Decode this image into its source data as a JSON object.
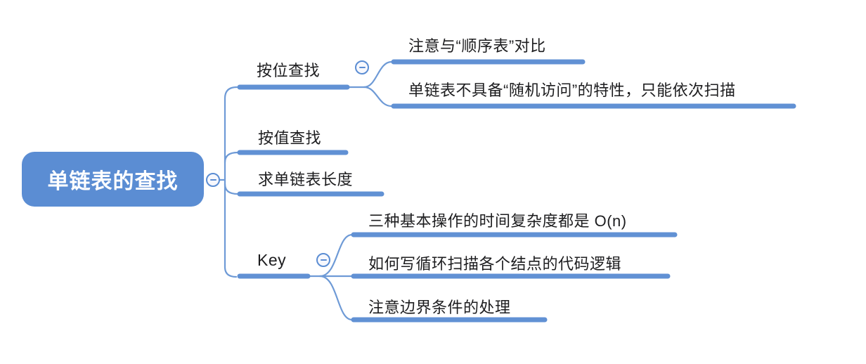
{
  "app": {
    "type": "mindmap-canvas",
    "background": "#ffffff"
  },
  "colors": {
    "accent": "#5b8dd3",
    "branch_line": "#6191d4",
    "thin_line": "#6e9ad6",
    "topic_text": "#1d1d1f",
    "root_text": "#ffffff",
    "collapse_icon_fill": "#f7f8fd"
  },
  "root": {
    "label": "单链表的查找",
    "collapsed": false
  },
  "branches": [
    {
      "label": "按位查找",
      "has_collapse_icon": true,
      "children": [
        {
          "label": "注意与“顺序表”对比"
        },
        {
          "label": "单链表不具备“随机访问”的特性，只能依次扫描"
        }
      ]
    },
    {
      "label": "按值查找",
      "has_collapse_icon": false,
      "children": []
    },
    {
      "label": "求单链表长度",
      "has_collapse_icon": false,
      "children": []
    },
    {
      "label": "Key",
      "has_collapse_icon": true,
      "children": [
        {
          "label": "三种基本操作的时间复杂度都是 O(n)"
        },
        {
          "label": "如何写循环扫描各个结点的代码逻辑"
        },
        {
          "label": "注意边界条件的处理"
        }
      ]
    }
  ]
}
